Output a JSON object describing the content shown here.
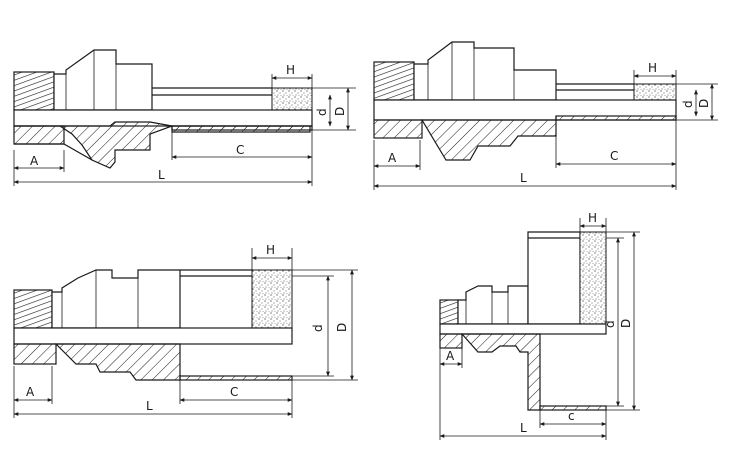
{
  "dimension_labels": {
    "A": "A",
    "L": "L",
    "C": "C",
    "C_lower": "c",
    "H": "H",
    "d": "d",
    "D": "D"
  },
  "views": [
    {
      "id": "view-1",
      "shape": "long thin-wall core drill with short diamond segment"
    },
    {
      "id": "view-2",
      "shape": "long thin-wall core drill with short diamond segment"
    },
    {
      "id": "view-3",
      "shape": "core drill with large bore and tall diamond segment"
    },
    {
      "id": "view-4",
      "shape": "short large-diameter cup drill with diamond segment"
    }
  ]
}
